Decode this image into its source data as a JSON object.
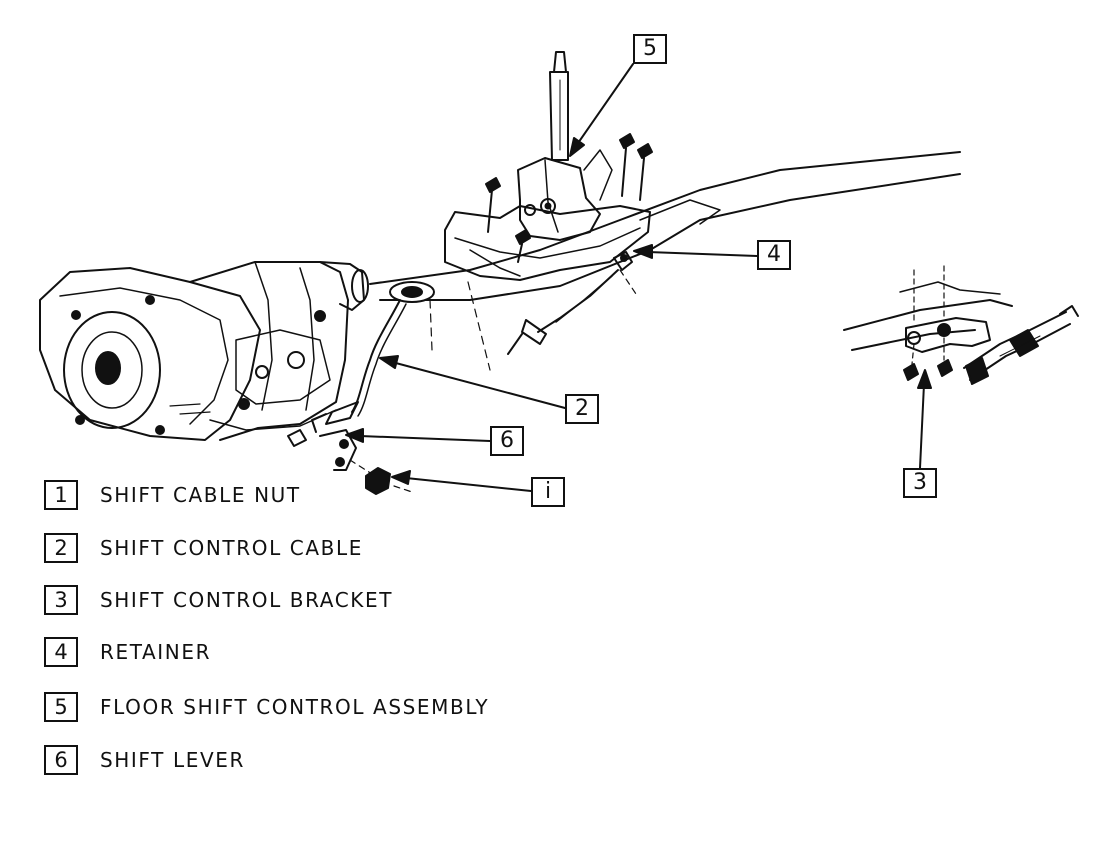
{
  "callouts": {
    "c5": "5",
    "c4": "4",
    "c2": "2",
    "c6": "6",
    "c1": "i",
    "c3": "3"
  },
  "legend": [
    {
      "num": "1",
      "label": "SHIFT CABLE NUT"
    },
    {
      "num": "2",
      "label": "SHIFT CONTROL CABLE"
    },
    {
      "num": "3",
      "label": "SHIFT CONTROL BRACKET"
    },
    {
      "num": "4",
      "label": "RETAINER"
    },
    {
      "num": "5",
      "label": "FLOOR SHIFT CONTROL ASSEMBLY"
    },
    {
      "num": "6",
      "label": "SHIFT LEVER"
    }
  ]
}
